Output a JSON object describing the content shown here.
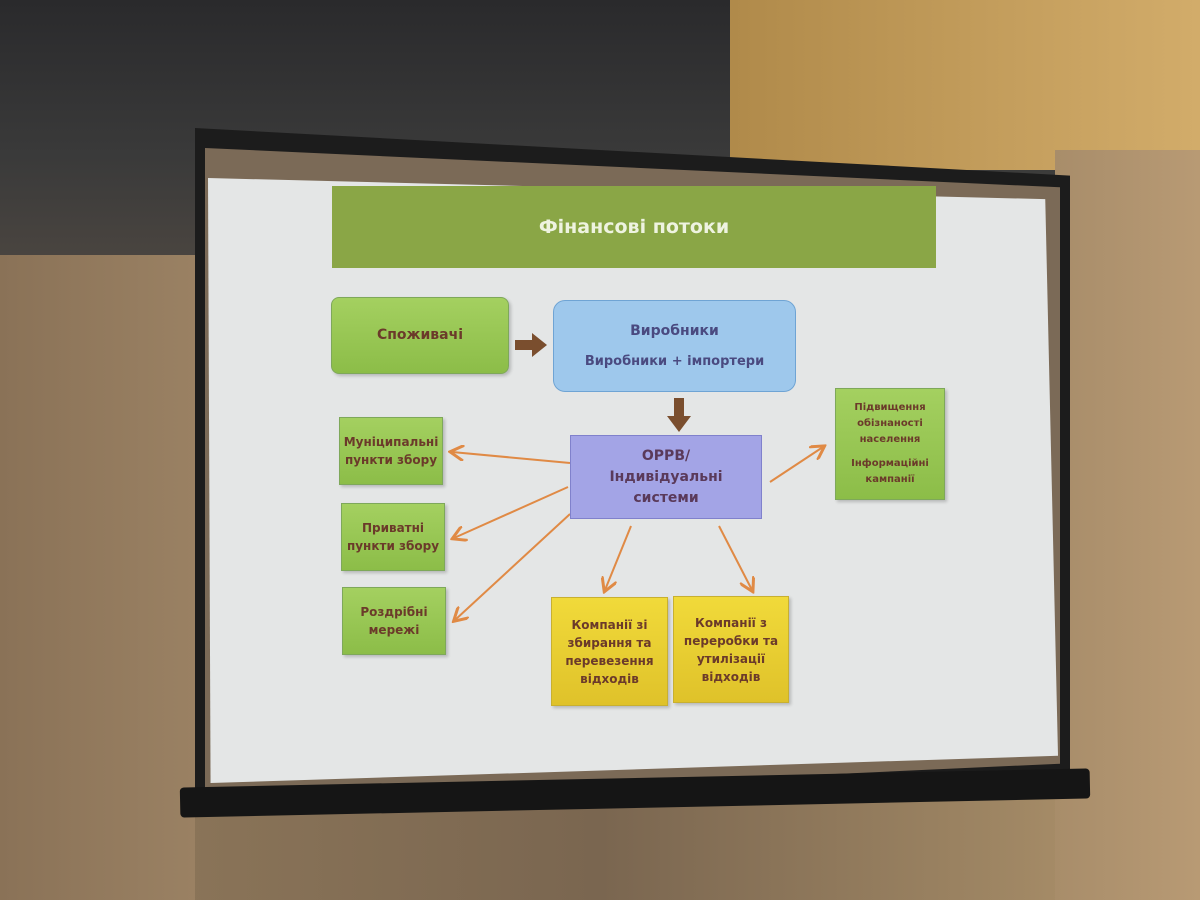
{
  "slide": {
    "title": "Фінансові потоки",
    "consumers": "Споживачі",
    "producers": {
      "line1": "Виробники",
      "line2": "Виробники + імпортери"
    },
    "opr": {
      "line1": "ОРРВ/",
      "line2": "Індивідуальні системи"
    },
    "municipal": {
      "line1": "Муніципальні",
      "line2": "пункти збору"
    },
    "private": {
      "line1": "Приватні",
      "line2": "пункти збору"
    },
    "retail": {
      "line1": "Роздрібні",
      "line2": "мережі"
    },
    "collection": {
      "line1": "Компанії зі",
      "line2": "збирання та",
      "line3": "перевезення",
      "line4": "відходів"
    },
    "processing": {
      "line1": "Компанії з",
      "line2": "переробки та",
      "line3": "утилізації відходів"
    },
    "awareness": {
      "line1": "Підвищення",
      "line2": "обізнаності",
      "line3": "населення",
      "line4": "Інформаційні",
      "line5": "кампанії"
    }
  },
  "colors": {
    "title_bar": "#8aa646",
    "arrow": "#e08a45",
    "big_arrow": "#7a4e2e"
  }
}
